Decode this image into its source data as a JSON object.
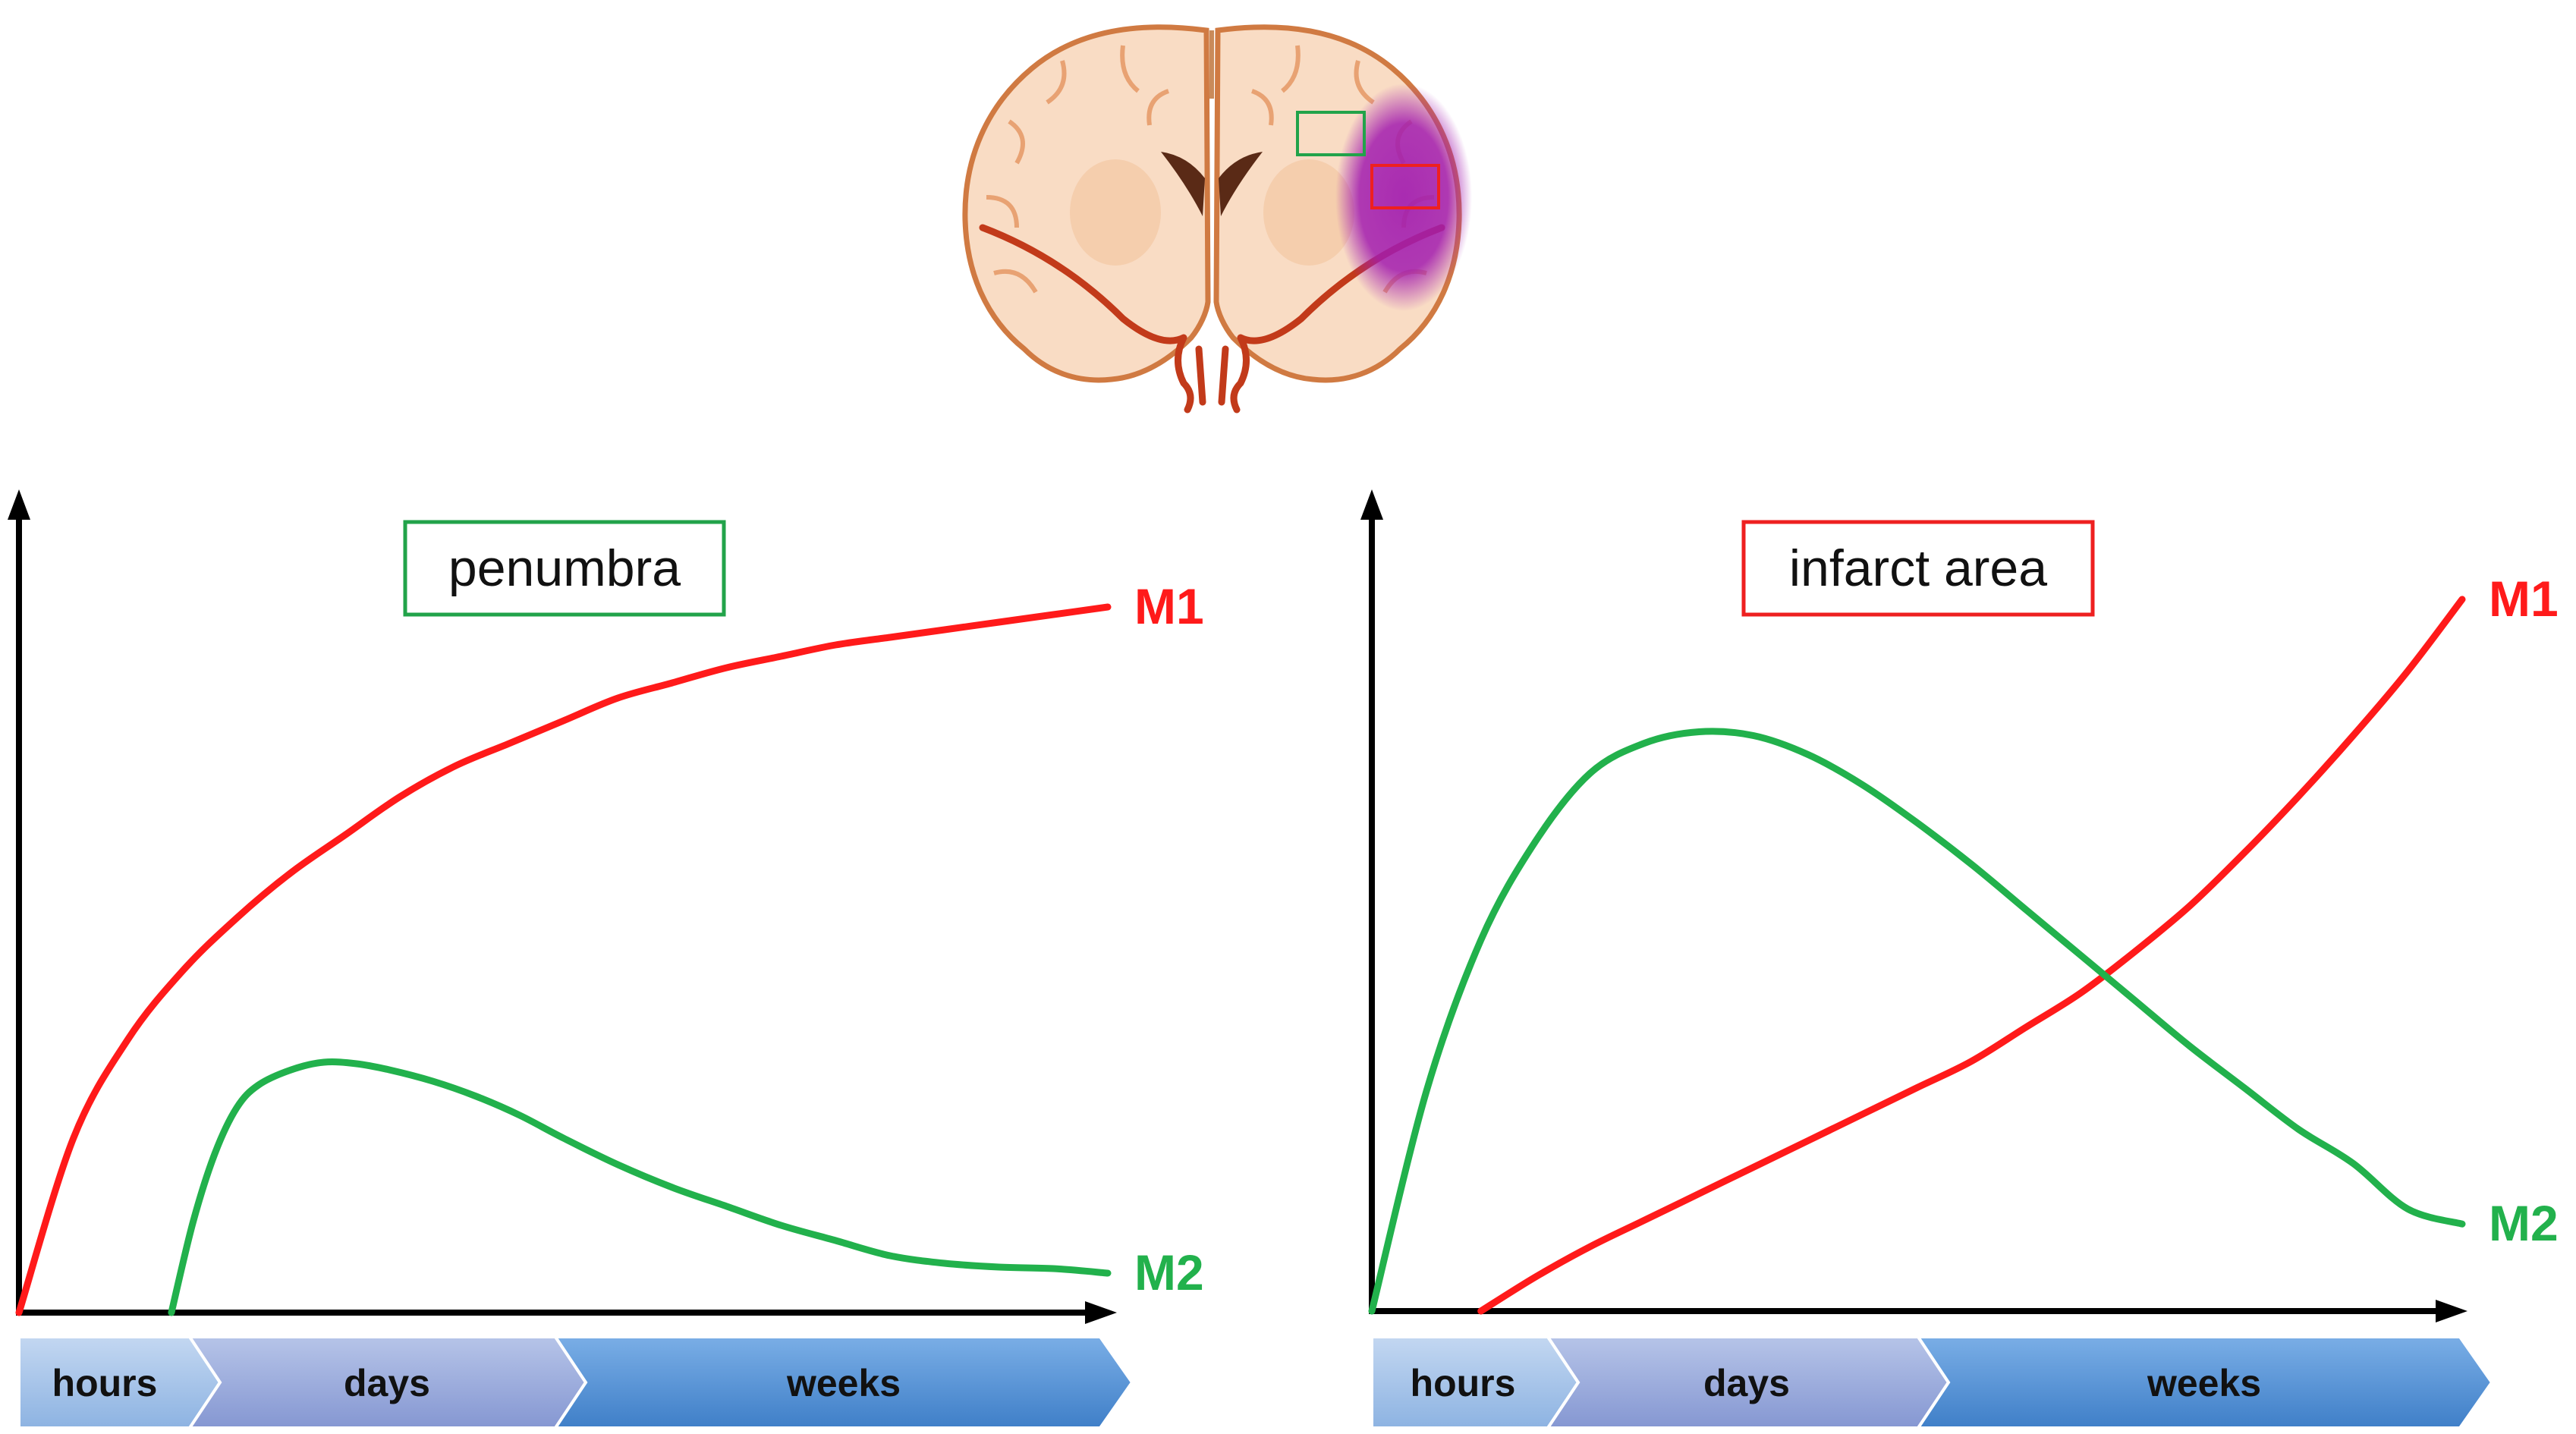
{
  "colors": {
    "m1": "#ff1a1a",
    "m2": "#22b14c",
    "penumbra_box": "#22a34a",
    "infarct_box": "#ee2020",
    "axis": "#000000",
    "timeline_hours": "#a8c6ea",
    "timeline_days": "#98aedb",
    "timeline_weeks": "#5b93d4",
    "brain_fill": "#f9dcc4",
    "brain_vessel": "#c23a1a",
    "infarct_lesion": "#a21caf"
  },
  "illustration": {
    "icon": "brain-coronal-section-icon"
  },
  "timeline": {
    "segments": [
      "hours",
      "days",
      "weeks"
    ]
  },
  "chart_data": [
    {
      "type": "line",
      "title": "penumbra",
      "xlabel": "",
      "ylabel": "",
      "xlim": [
        0,
        10
      ],
      "ylim": [
        0,
        10
      ],
      "grid": false,
      "x_categories": [
        "hours",
        "days",
        "weeks"
      ],
      "series": [
        {
          "name": "M1",
          "x": [
            0,
            0.5,
            1,
            1.5,
            2,
            2.5,
            3,
            3.5,
            4,
            4.5,
            5,
            5.5,
            6,
            6.5,
            7,
            7.5,
            8,
            8.5,
            9,
            9.5,
            10
          ],
          "y": [
            0,
            2.3,
            3.6,
            4.5,
            5.2,
            5.8,
            6.3,
            6.8,
            7.2,
            7.5,
            7.8,
            8.1,
            8.3,
            8.5,
            8.65,
            8.8,
            8.9,
            9.0,
            9.1,
            9.2,
            9.3
          ]
        },
        {
          "name": "M2",
          "x": [
            1.4,
            1.6,
            1.8,
            2.0,
            2.2,
            2.5,
            2.8,
            3.1,
            3.4,
            3.8,
            4.2,
            4.6,
            5.0,
            5.5,
            6.0,
            6.5,
            7.0,
            7.5,
            8.0,
            8.5,
            9.0,
            9.5,
            10
          ],
          "y": [
            0,
            1.2,
            2.1,
            2.7,
            3.0,
            3.2,
            3.3,
            3.28,
            3.2,
            3.05,
            2.85,
            2.6,
            2.3,
            1.95,
            1.65,
            1.4,
            1.15,
            0.95,
            0.75,
            0.65,
            0.6,
            0.58,
            0.52
          ]
        }
      ]
    },
    {
      "type": "line",
      "title": "infarct area",
      "xlabel": "",
      "ylabel": "",
      "xlim": [
        0,
        10
      ],
      "ylim": [
        0,
        10
      ],
      "grid": false,
      "x_categories": [
        "hours",
        "days",
        "weeks"
      ],
      "series": [
        {
          "name": "M1",
          "x": [
            1.0,
            1.5,
            2,
            2.5,
            3,
            3.5,
            4,
            4.5,
            5,
            5.5,
            6,
            6.5,
            7,
            7.5,
            8,
            8.5,
            9,
            9.5,
            10
          ],
          "y": [
            0,
            0.45,
            0.85,
            1.2,
            1.55,
            1.9,
            2.25,
            2.6,
            2.95,
            3.3,
            3.75,
            4.2,
            4.75,
            5.35,
            6.05,
            6.8,
            7.6,
            8.45,
            9.4
          ]
        },
        {
          "name": "M2",
          "x": [
            0,
            0.5,
            1,
            1.5,
            2,
            2.5,
            3,
            3.5,
            4,
            4.5,
            5,
            5.5,
            6,
            6.5,
            7,
            7.5,
            8,
            8.5,
            9,
            9.5,
            10
          ],
          "y": [
            0,
            2.9,
            4.9,
            6.2,
            7.1,
            7.5,
            7.65,
            7.6,
            7.35,
            6.95,
            6.45,
            5.9,
            5.3,
            4.7,
            4.1,
            3.5,
            2.95,
            2.4,
            1.95,
            1.35,
            1.15
          ]
        }
      ]
    }
  ]
}
